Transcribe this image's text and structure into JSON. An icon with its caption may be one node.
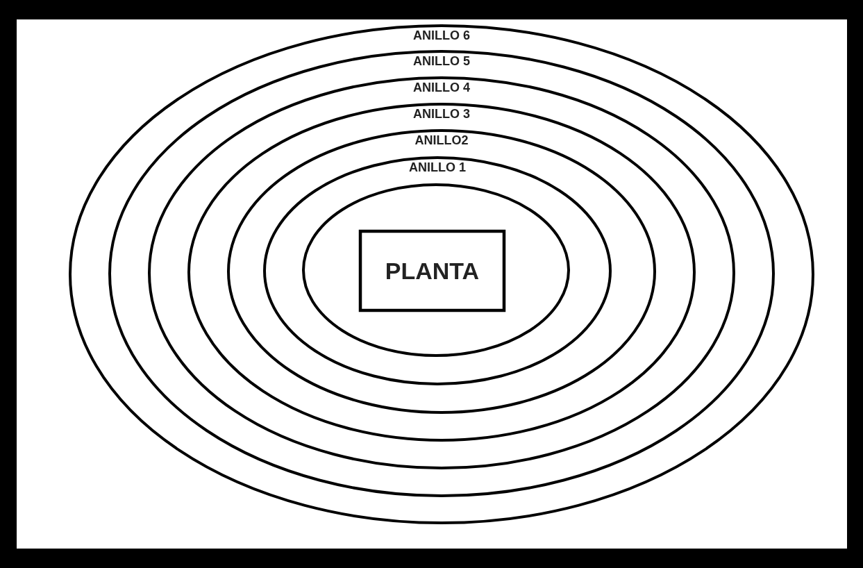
{
  "diagram": {
    "nodes": [
      {
        "text": [
          "ANILLO 6"
        ]
      },
      {
        "text": [
          "ANILLO 5"
        ],
        "in": 0
      },
      {
        "text": [
          "ANILLO 4"
        ],
        "in": 1
      },
      {
        "text": [
          "ANILLO 3"
        ],
        "in": 2
      },
      {
        "text": [
          "ANILLO2"
        ],
        "in": 3
      },
      {
        "text": [
          "ANILLO 1"
        ],
        "in": 4
      },
      {
        "text": [],
        "shape": "ellipse",
        "in": 5
      },
      {
        "text": [
          "PLANTA"
        ],
        "in": 6
      }
    ]
  }
}
